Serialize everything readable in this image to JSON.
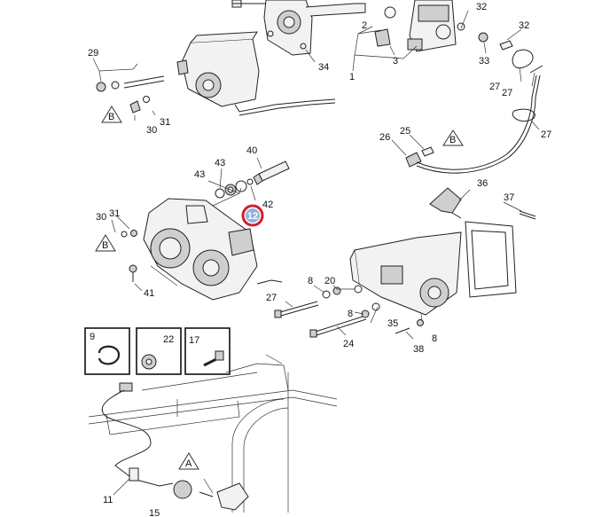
{
  "callouts": [
    {
      "id": "c2",
      "text": "2"
    },
    {
      "id": "c1",
      "text": "1"
    },
    {
      "id": "c3",
      "text": "3"
    },
    {
      "id": "c32a",
      "text": "32"
    },
    {
      "id": "c32b",
      "text": "32"
    },
    {
      "id": "c33",
      "text": "33"
    },
    {
      "id": "c34",
      "text": "34"
    },
    {
      "id": "c29",
      "text": "29"
    },
    {
      "id": "c30a",
      "text": "30"
    },
    {
      "id": "c31a",
      "text": "31"
    },
    {
      "id": "c27a",
      "text": "27"
    },
    {
      "id": "c27b",
      "text": "27"
    },
    {
      "id": "c27c",
      "text": "27"
    },
    {
      "id": "c26",
      "text": "26"
    },
    {
      "id": "c25",
      "text": "25"
    },
    {
      "id": "c40",
      "text": "40"
    },
    {
      "id": "c43a",
      "text": "43"
    },
    {
      "id": "c43b",
      "text": "43"
    },
    {
      "id": "c42",
      "text": "42"
    },
    {
      "id": "c30b",
      "text": "30"
    },
    {
      "id": "c31b",
      "text": "31"
    },
    {
      "id": "c41",
      "text": "41"
    },
    {
      "id": "c36",
      "text": "36"
    },
    {
      "id": "c37",
      "text": "37"
    },
    {
      "id": "c8a",
      "text": "8"
    },
    {
      "id": "c20",
      "text": "20"
    },
    {
      "id": "c27d",
      "text": "27"
    },
    {
      "id": "c8b",
      "text": "8"
    },
    {
      "id": "c35",
      "text": "35"
    },
    {
      "id": "c8c",
      "text": "8"
    },
    {
      "id": "c24",
      "text": "24"
    },
    {
      "id": "c38",
      "text": "38"
    },
    {
      "id": "c9",
      "text": "9"
    },
    {
      "id": "c22",
      "text": "22"
    },
    {
      "id": "c17",
      "text": "17"
    },
    {
      "id": "c11",
      "text": "11"
    },
    {
      "id": "c15",
      "text": "15"
    }
  ],
  "highlight": {
    "text": "12",
    "ring_color": "#d0202a",
    "fill_color": "#8fb3e0"
  },
  "refs": [
    {
      "id": "refB1",
      "text": "B"
    },
    {
      "id": "refB2",
      "text": "B"
    },
    {
      "id": "refB3",
      "text": "B"
    },
    {
      "id": "refA",
      "text": "A"
    }
  ],
  "icons": [
    "part-12-highlight-marker",
    "reference-triangle-b-icon",
    "reference-triangle-a-icon"
  ]
}
